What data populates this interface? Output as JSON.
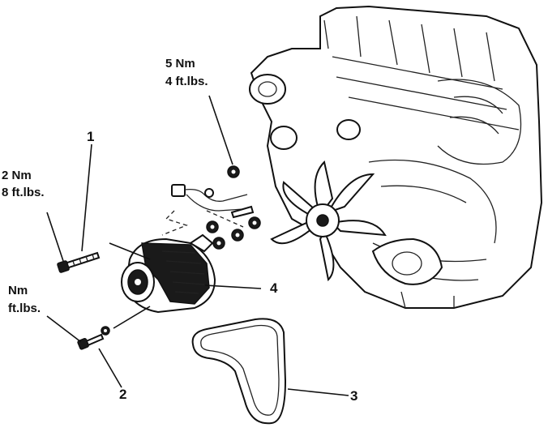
{
  "labels": {
    "item1": "1",
    "item2": "2",
    "item3": "3",
    "item4": "4",
    "torque_top_nm": "5 Nm",
    "torque_top_ftlbs": "4 ft.lbs.",
    "torque_left_nm": "2 Nm",
    "torque_left_ftlbs": "8 ft.lbs.",
    "torque_lower_nm": "Nm",
    "torque_lower_ftlbs": "ft.lbs."
  }
}
